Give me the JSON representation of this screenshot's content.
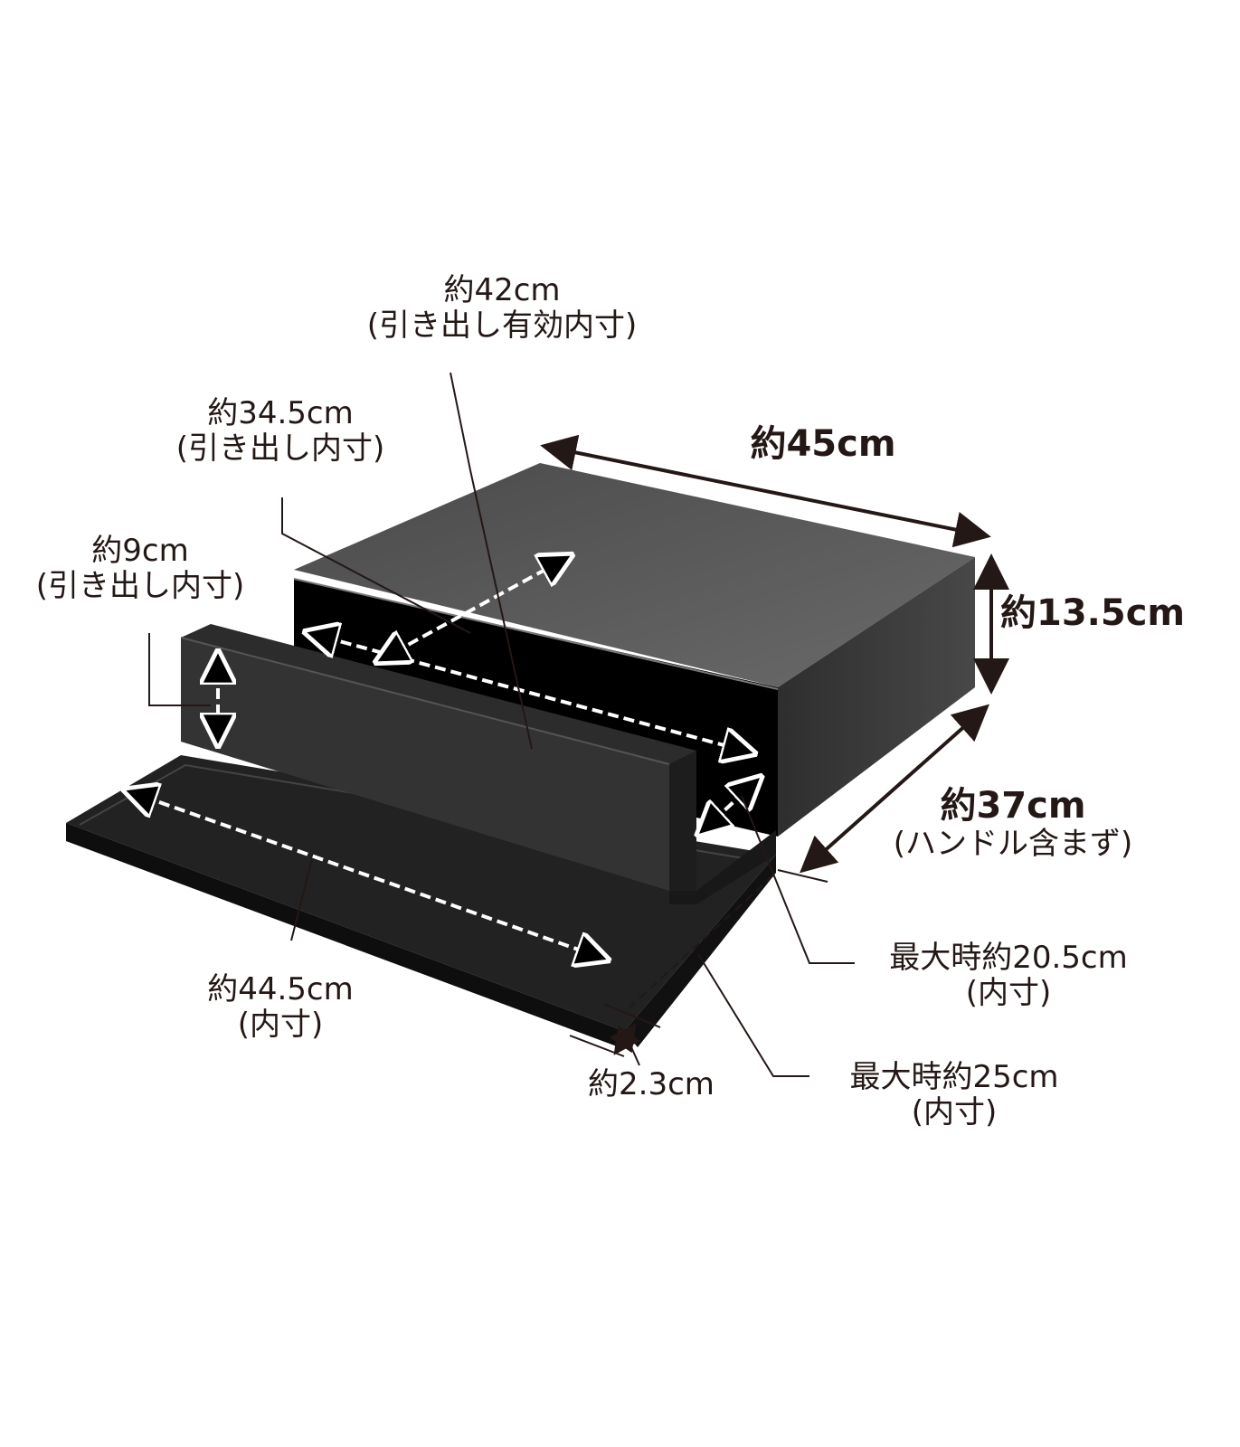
{
  "diagram": {
    "subject": "pull-out drawer storage box with tray",
    "colors": {
      "background": "#ffffff",
      "text": "#231815",
      "box_top": "#5a5a5a",
      "box_side": "#3c3c3c",
      "box_inner": "#000000",
      "drawer": "#2a2a2a",
      "tray": "#1c1c1c",
      "dashed_arrow": "#ffffff"
    },
    "labels": {
      "inner_effective": {
        "value": "約42cm",
        "note": "(引き出し有効内寸)"
      },
      "drawer_depth": {
        "value": "約34.5cm",
        "note": "(引き出し内寸)"
      },
      "drawer_height": {
        "value": "約9cm",
        "note": "(引き出し内寸)"
      },
      "width": {
        "value": "約45cm"
      },
      "height": {
        "value": "約13.5cm"
      },
      "depth": {
        "value": "約37cm",
        "note": "(ハンドル含まず)"
      },
      "max_inner_a": {
        "value": "最大時約20.5cm",
        "note": "(内寸)"
      },
      "tray_inner": {
        "value": "約44.5cm",
        "note": "(内寸)"
      },
      "tray_height": {
        "value": "約2.3cm"
      },
      "max_inner_b": {
        "value": "最大時約25cm",
        "note": "(内寸)"
      }
    }
  }
}
